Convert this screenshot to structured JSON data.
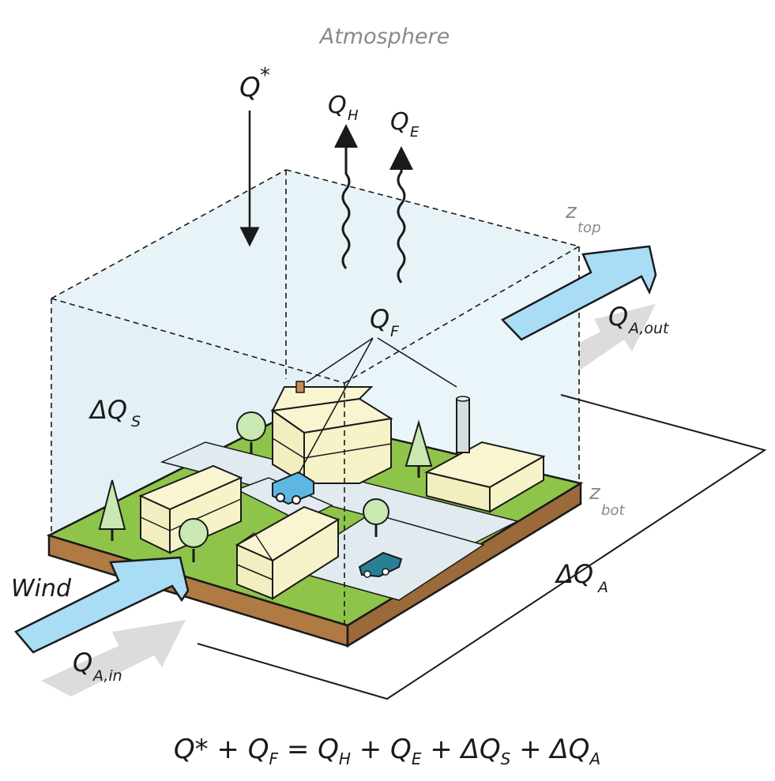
{
  "labels": {
    "atmosphere": "Atmosphere",
    "q_star": {
      "main": "Q",
      "sup": "*"
    },
    "q_h": {
      "main": "Q",
      "sub": "H"
    },
    "q_e": {
      "main": "Q",
      "sub": "E"
    },
    "q_f": {
      "main": "Q",
      "sub": "F"
    },
    "delta_qs": {
      "main": "ΔQ",
      "sub": "S"
    },
    "delta_qa": {
      "main": "ΔQ",
      "sub": "A"
    },
    "q_a_out": {
      "main": "Q",
      "sub": "A,out"
    },
    "q_a_in": {
      "main": "Q",
      "sub": "A,in"
    },
    "z_top": {
      "main": "z",
      "sub": "top"
    },
    "z_bot": {
      "main": "z",
      "sub": "bot"
    },
    "wind": "Wind"
  },
  "equation": {
    "t1": "Q*",
    "op1": " + ",
    "t2": "Q",
    "t2_sub": "F",
    "eq": " = ",
    "t3": "Q",
    "t3_sub": "H",
    "op2": " + ",
    "t4": "Q",
    "t4_sub": "E",
    "op3": " + ",
    "t5": "ΔQ",
    "t5_sub": "S",
    "op4": " + ",
    "t6": "ΔQ",
    "t6_sub": "A"
  },
  "colors": {
    "volume_fill": "#e3f1f7",
    "wind_arrow": "#a9dcf5",
    "grass": "#8fc44a",
    "soil": "#b07a45",
    "building": "#f6f3c9",
    "road": "#dfe9ee",
    "tree": "#c9e8b2",
    "van": "#5cb8e3",
    "car": "#2a7f95",
    "shadow_arrow": "#d8d8d8"
  }
}
